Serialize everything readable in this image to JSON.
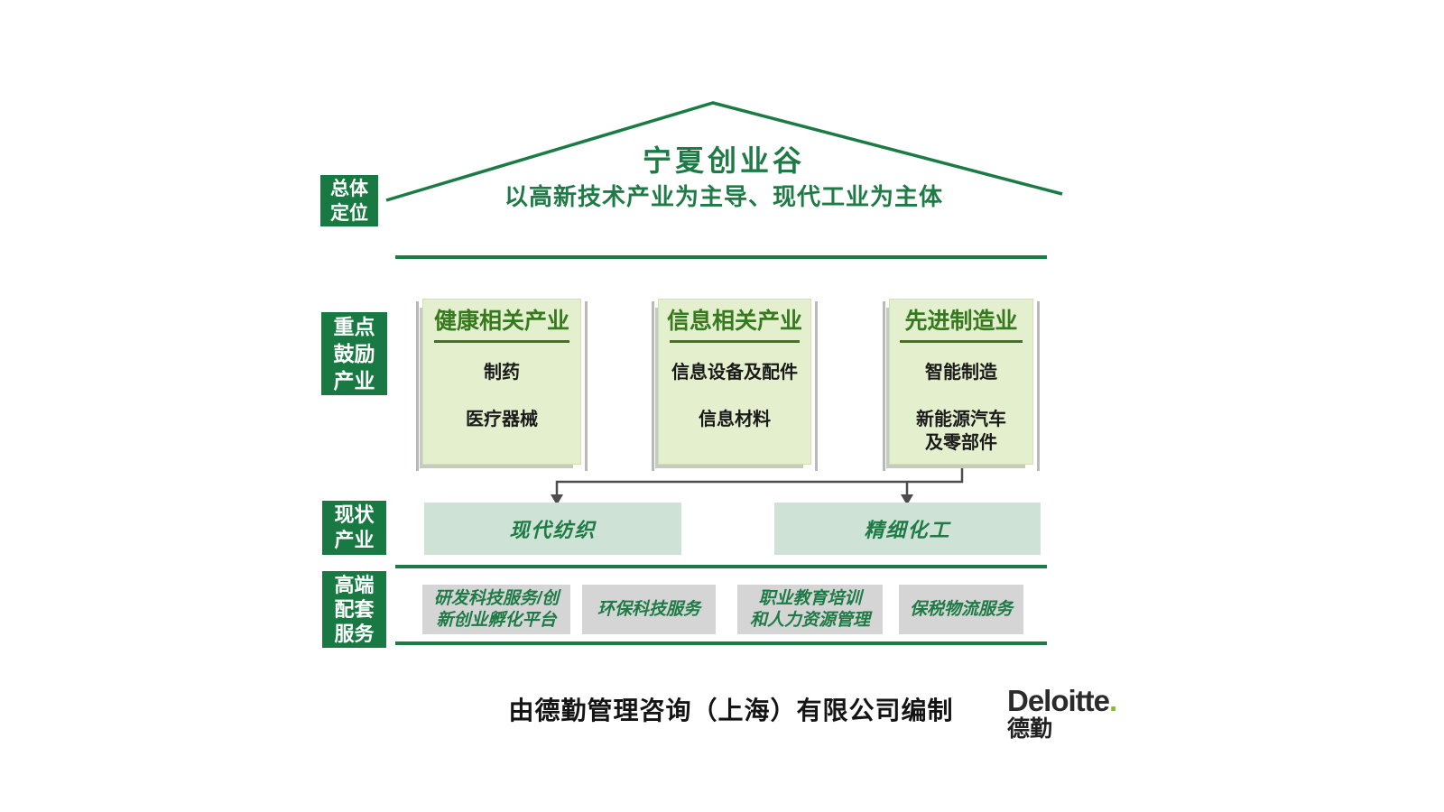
{
  "colors": {
    "brand_dark_green": "#187A42",
    "title_green": "#1E7B46",
    "industry_box_bg": "#E4F0CD",
    "industry_title_green": "#36791F",
    "underline_olive": "#47721C",
    "current_box_bg": "#CFE2D6",
    "service_box_bg": "#D5D5D5",
    "connector_gray": "#4D4D4D",
    "deloitte_green": "#86BC25"
  },
  "roof": {
    "title": "宁夏创业谷",
    "subtitle": "以高新技术产业为主导、现代工业为主体"
  },
  "row_labels": [
    {
      "text": "总体\n定位"
    },
    {
      "text": "重点\n鼓励\n产业"
    },
    {
      "text": "现状\n产业"
    },
    {
      "text": "高端\n配套\n服务"
    }
  ],
  "industry_boxes": [
    {
      "title": "健康相关产业",
      "items": [
        "制药",
        "医疗器械"
      ]
    },
    {
      "title": "信息相关产业",
      "items": [
        "信息设备及配件",
        "信息材料"
      ]
    },
    {
      "title": "先进制造业",
      "items": [
        "智能制造",
        "新能源汽车\n及零部件"
      ]
    }
  ],
  "current_industries": [
    {
      "label": "现代纺织"
    },
    {
      "label": "精细化工"
    }
  ],
  "service_boxes": [
    {
      "label": "研发科技服务/创\n新创业孵化平台"
    },
    {
      "label": "环保科技服务"
    },
    {
      "label": "职业教育培训\n和人力资源管理"
    },
    {
      "label": "保税物流服务"
    }
  ],
  "footer": {
    "credit": "由德勤管理咨询（上海）有限公司编制",
    "logo_word": "Deloitte",
    "logo_dot": ".",
    "logo_cn": "德勤"
  }
}
